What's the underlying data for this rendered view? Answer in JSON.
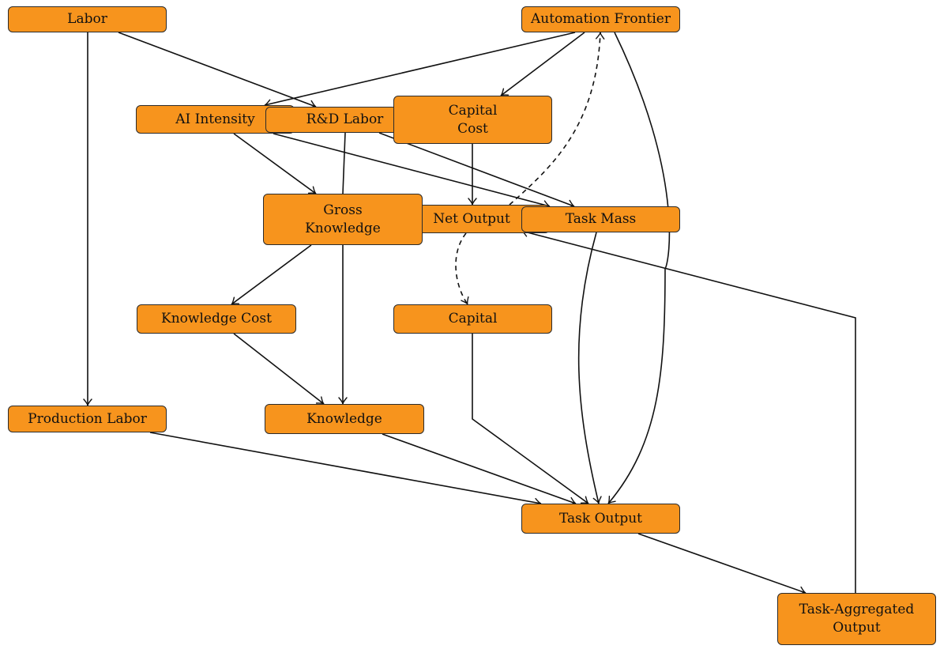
{
  "diagram": {
    "colors": {
      "node_fill": "#f7941d",
      "node_border": "#2b2b2b",
      "edge": "#111111"
    },
    "nodes": {
      "labor": "Labor",
      "automation_frontier": "Automation Frontier",
      "ai_intensity": "AI Intensity",
      "rd_labor": "R&D Labor",
      "capital_cost": "Capital\nCost",
      "gross_knowledge": "Gross\nKnowledge",
      "net_output": "Net Output",
      "task_mass": "Task Mass",
      "knowledge_cost": "Knowledge Cost",
      "capital": "Capital",
      "production_labor": "Production Labor",
      "knowledge": "Knowledge",
      "task_output": "Task Output",
      "task_aggregated_output": "Task-Aggregated\nOutput"
    },
    "edges": [
      {
        "from": "labor",
        "to": "production_labor",
        "style": "solid"
      },
      {
        "from": "labor",
        "to": "rd_labor",
        "style": "solid"
      },
      {
        "from": "automation_frontier",
        "to": "ai_intensity",
        "style": "solid"
      },
      {
        "from": "automation_frontier",
        "to": "capital_cost",
        "style": "solid"
      },
      {
        "from": "automation_frontier",
        "to": "task_output",
        "style": "solid"
      },
      {
        "from": "net_output",
        "to": "automation_frontier",
        "style": "dashed"
      },
      {
        "from": "ai_intensity",
        "to": "gross_knowledge",
        "style": "solid"
      },
      {
        "from": "ai_intensity",
        "to": "task_mass",
        "style": "solid"
      },
      {
        "from": "rd_labor",
        "to": "knowledge",
        "style": "solid"
      },
      {
        "from": "rd_labor",
        "to": "task_mass",
        "style": "solid"
      },
      {
        "from": "capital_cost",
        "to": "net_output",
        "style": "solid"
      },
      {
        "from": "gross_knowledge",
        "to": "knowledge_cost",
        "style": "solid"
      },
      {
        "from": "knowledge_cost",
        "to": "knowledge",
        "style": "solid"
      },
      {
        "from": "net_output",
        "to": "capital",
        "style": "dashed"
      },
      {
        "from": "task_mass",
        "to": "task_output",
        "style": "solid"
      },
      {
        "from": "capital",
        "to": "task_output",
        "style": "solid"
      },
      {
        "from": "production_labor",
        "to": "task_output",
        "style": "solid"
      },
      {
        "from": "knowledge",
        "to": "task_output",
        "style": "solid"
      },
      {
        "from": "task_output",
        "to": "task_aggregated_output",
        "style": "solid"
      },
      {
        "from": "task_aggregated_output",
        "to": "net_output",
        "style": "solid"
      }
    ]
  }
}
